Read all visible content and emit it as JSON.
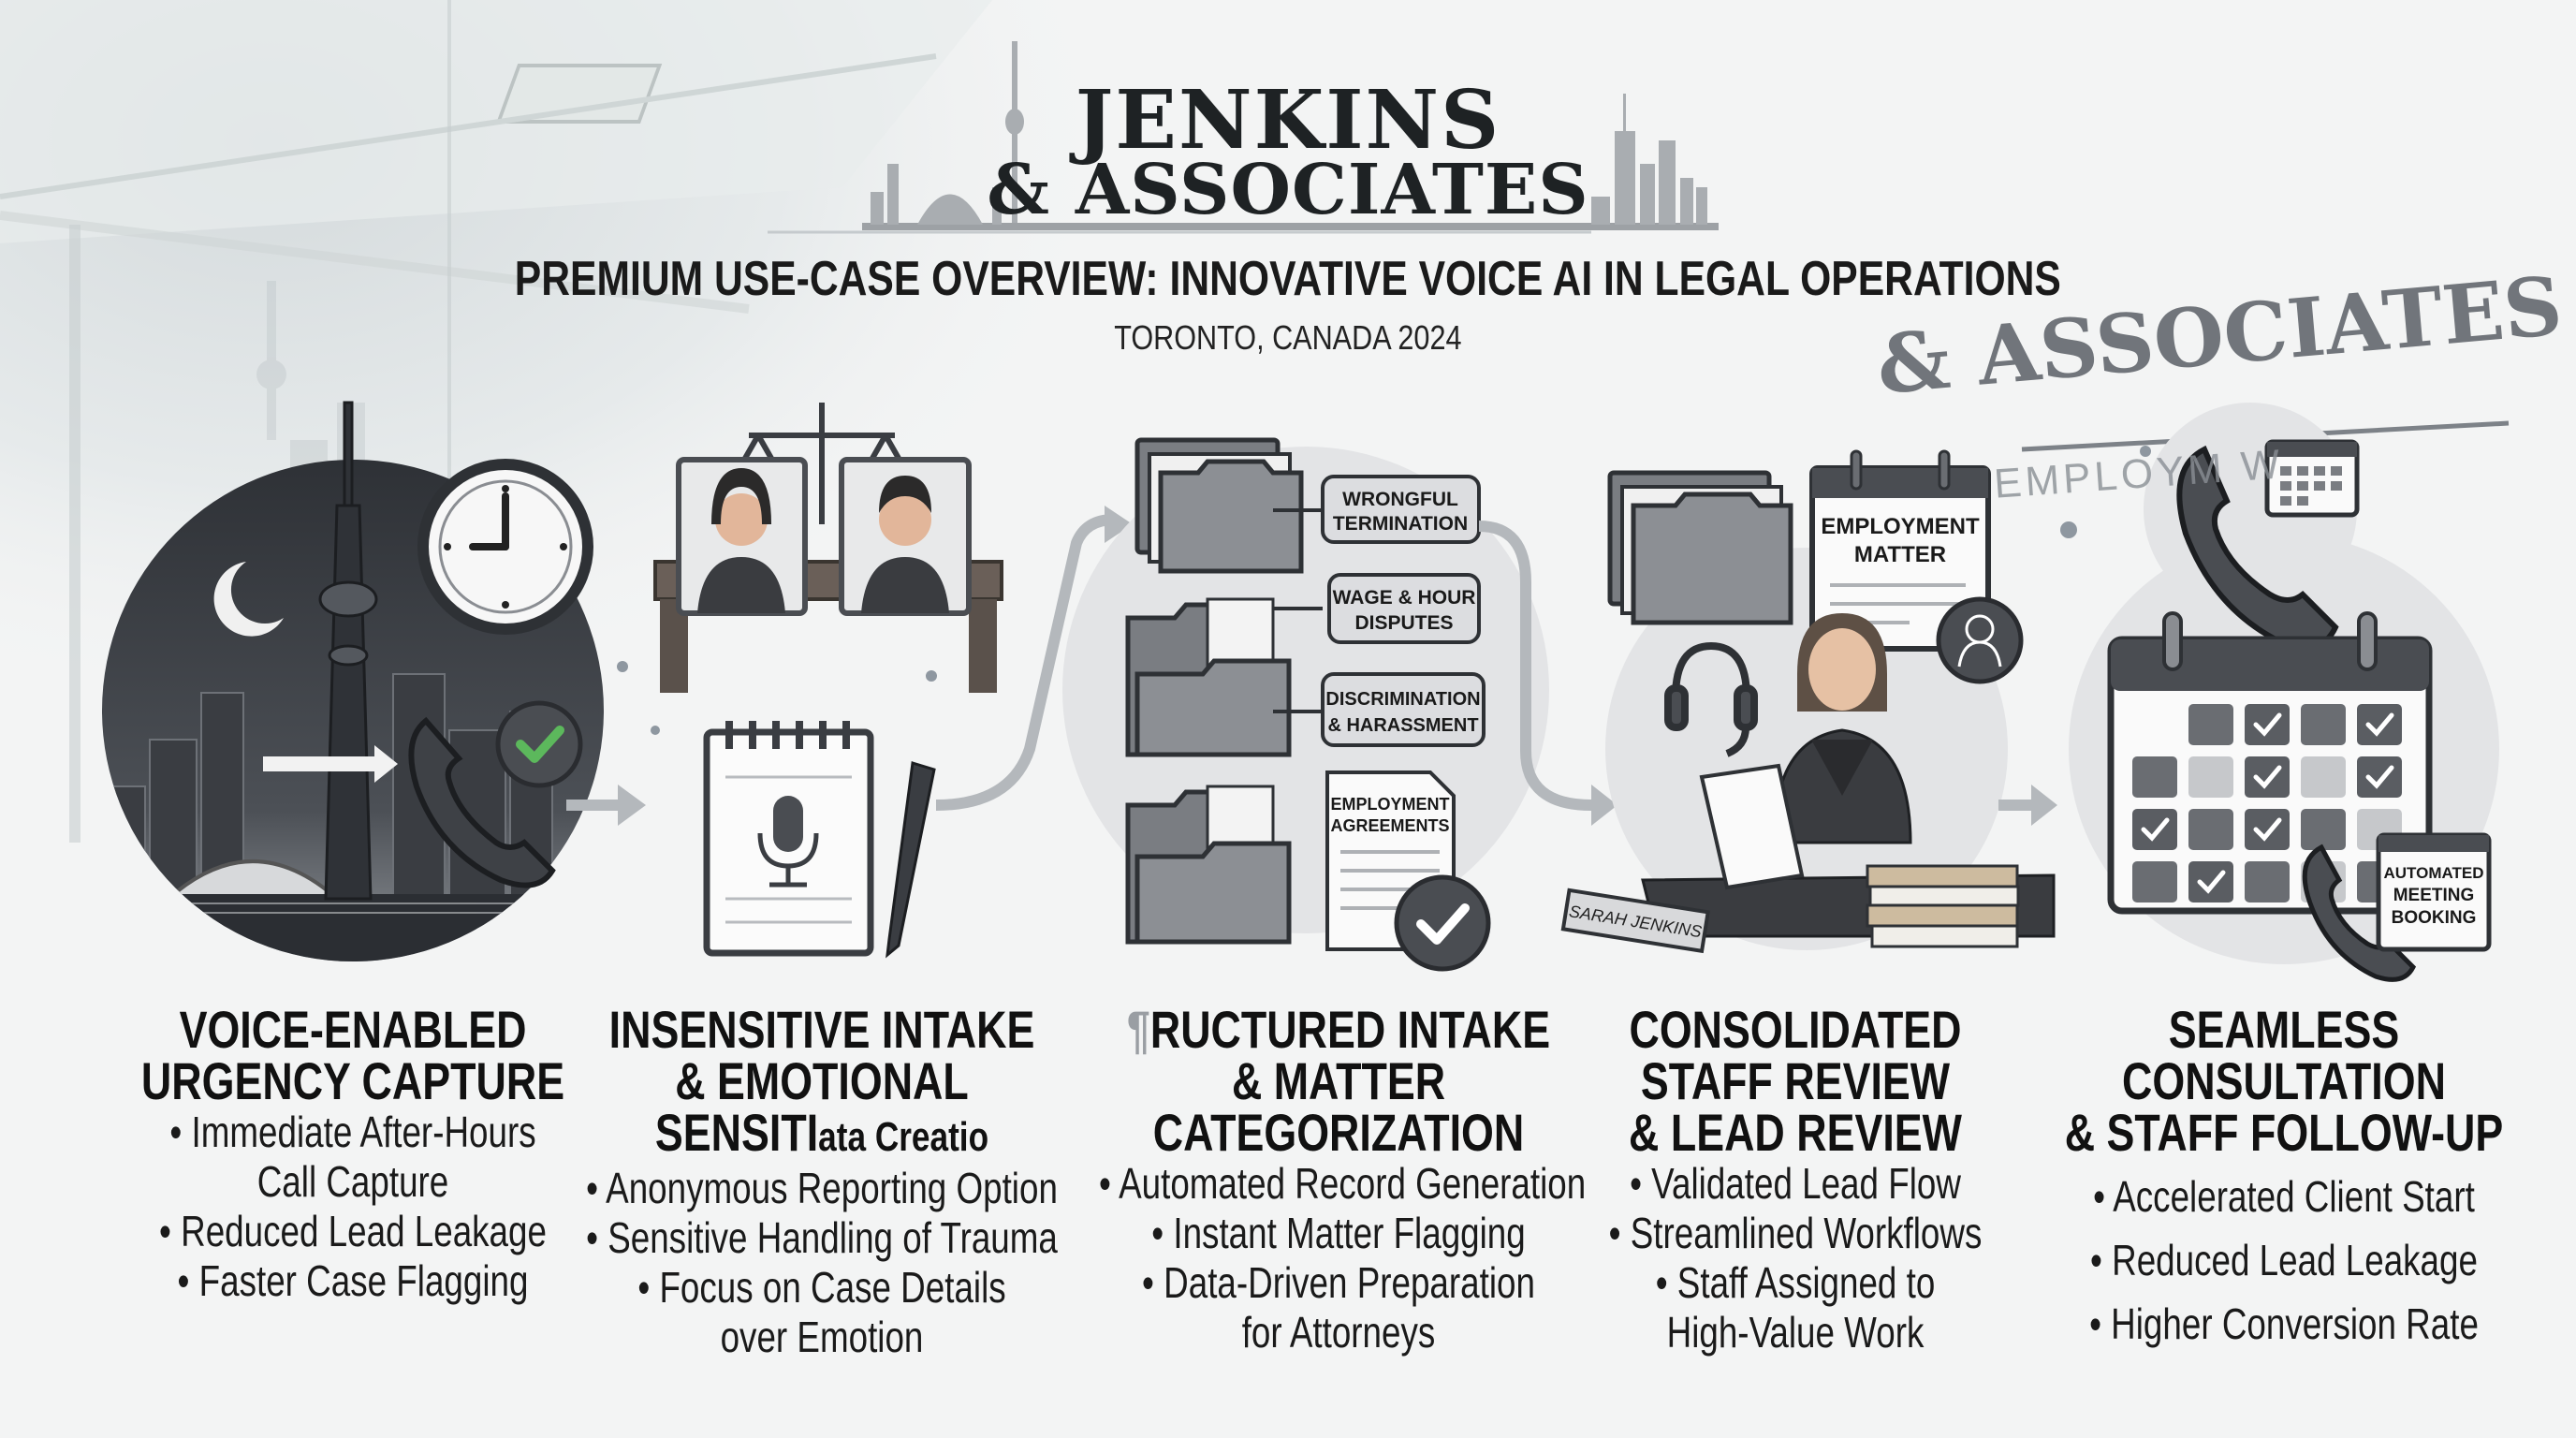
{
  "header": {
    "logo_line1": "JENKINS",
    "logo_line2": "& ASSOCIATES",
    "subtitle": "PREMIUM USE-CASE OVERVIEW: INNOVATIVE VOICE AI IN LEGAL OPERATIONS",
    "location_year": "TORONTO, CANADA 2024"
  },
  "watermark": {
    "line1": "& ASSOCIATES",
    "line2": "EMPLOYM        W"
  },
  "illustrations": {
    "categories": [
      "WRONGFUL",
      "TERMINATION",
      "WAGE & HOUR",
      "DISPUTES",
      "DISCRIMINATION",
      "& HARASSMENT"
    ],
    "document": [
      "EMPLOYMENT",
      "AGREEMENTS"
    ],
    "matter_card": [
      "EMPLOYMENT",
      "MATTER"
    ],
    "nameplate": "SARAH JENKINS",
    "booking_card": [
      "AUTOMATED",
      "MEETING",
      "BOOKING"
    ]
  },
  "colors": {
    "ink": "#151515",
    "icon_dark": "#4a4d52",
    "icon_mid": "#8a8d92",
    "circle_bg": "#e3e4e6",
    "check_green": "#5cb85c",
    "background": "#f3f4f4"
  },
  "columns": [
    {
      "title": [
        "VOICE-ENABLED",
        "URGENCY CAPTURE"
      ],
      "bullets": [
        "• Immediate After-Hours",
        "Call Capture",
        "• Reduced Lead Leakage",
        "• Faster Case Flagging"
      ]
    },
    {
      "title": [
        "INSENSITIVE INTAKE",
        "& EMOTIONAL"
      ],
      "title_last_big": "SENSITI",
      "title_last_small": "ata Creatio",
      "bullets": [
        "• Anonymous Reporting Option",
        "• Sensitive Handling of Trauma",
        "• Focus on Case Details",
        "over Emotion"
      ]
    },
    {
      "title_glyph": "¶",
      "title": [
        "RUCTURED INTAKE",
        "& MATTER",
        "CATEGORIZATION"
      ],
      "bullets": [
        "• Automated Record Generation",
        "• Instant Matter Flagging",
        "• Data-Driven Preparation",
        "for Attorneys"
      ]
    },
    {
      "title": [
        "CONSOLIDATED",
        "STAFF REVIEW",
        "& LEAD REVIEW"
      ],
      "bullets": [
        "• Validated Lead Flow",
        "• Streamlined Workflows",
        "• Staff Assigned to",
        "High-Value Work"
      ]
    },
    {
      "title": [
        "SEAMLESS",
        "CONSULTATION",
        "& STAFF FOLLOW-UP"
      ],
      "bullets": [
        "• Accelerated Client Start",
        "• Reduced Lead Leakage",
        "• Higher Conversion Rate"
      ]
    }
  ]
}
